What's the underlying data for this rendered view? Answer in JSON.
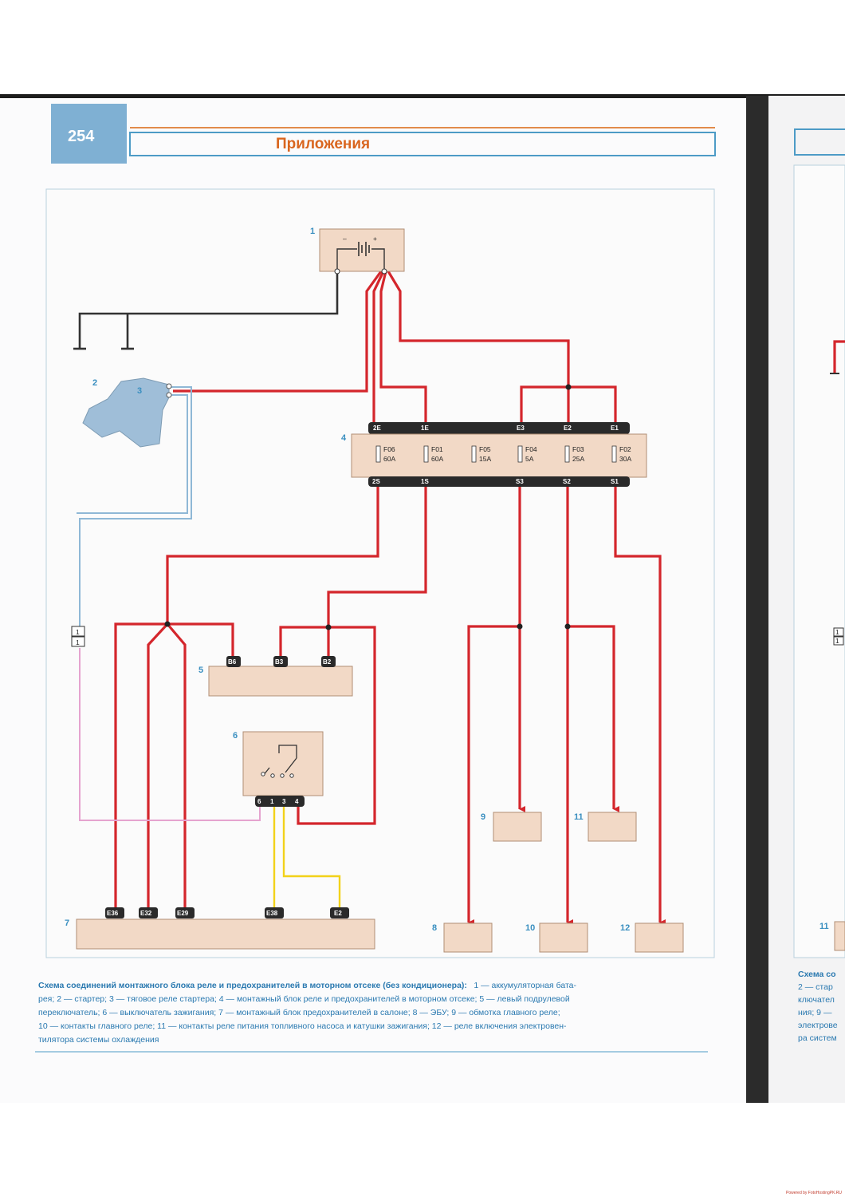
{
  "page": {
    "number": "254",
    "section": "Приложения"
  },
  "components": {
    "c1": "1",
    "c2": "2",
    "c3": "3",
    "c4": "4",
    "c5": "5",
    "c6": "6",
    "c7": "7",
    "c8": "8",
    "c9": "9",
    "c10": "10",
    "c11": "11",
    "c12": "12"
  },
  "fuse_block": {
    "top_pins": [
      "2E",
      "1E",
      "E3",
      "E2",
      "E1"
    ],
    "bottom_pins": [
      "2S",
      "1S",
      "S3",
      "S2",
      "S1"
    ],
    "fuses": [
      {
        "name": "F06",
        "rating": "60A"
      },
      {
        "name": "F01",
        "rating": "60A"
      },
      {
        "name": "F05",
        "rating": "15A"
      },
      {
        "name": "F04",
        "rating": "5A"
      },
      {
        "name": "F03",
        "rating": "25A"
      },
      {
        "name": "F02",
        "rating": "30A"
      }
    ]
  },
  "switch_pins": {
    "b6": "B6",
    "b3": "B3",
    "b2": "B2"
  },
  "ignition_pins": {
    "p6": "6",
    "p1": "1",
    "p3": "3",
    "p4": "4"
  },
  "ecu_pins": {
    "e36": "E36",
    "e32": "E32",
    "e29": "E29",
    "e38": "E38",
    "e2": "E2"
  },
  "connector": {
    "top": "1",
    "bottom": "1"
  },
  "battery": {
    "minus": "–",
    "plus": "+"
  },
  "caption": {
    "line1_bold": "Схема соединений монтажного блока реле и предохранителей в моторном отсеке (без кондиционера):",
    "line1_rest": "1 — аккумуляторная бата-",
    "line2": "рея; 2 — стартер; 3 — тяговое реле стартера; 4 — монтажный блок реле и предохранителей в моторном отсеке; 5 — левый подрулевой",
    "line3": "переключатель; 6 — выключатель зажигания; 7 — монтажный блок предохранителей в салоне; 8 — ЭБУ; 9 — обмотка главного реле;",
    "line4": "10 — контакты главного реле; 11 — контакты реле питания топливного насоса и катушки зажигания; 12 — реле включения электровен-",
    "line5": "тилятора системы охлаждения"
  },
  "right_page": {
    "label_11": "11",
    "connector_top": "1",
    "connector_bottom": "1",
    "caption_lines": [
      "Схема со",
      "2 — стар",
      "ключател",
      "ния; 9 —",
      "электрове",
      "ра систем"
    ]
  },
  "footer": "Powered by FotoHostingPK.RU"
}
